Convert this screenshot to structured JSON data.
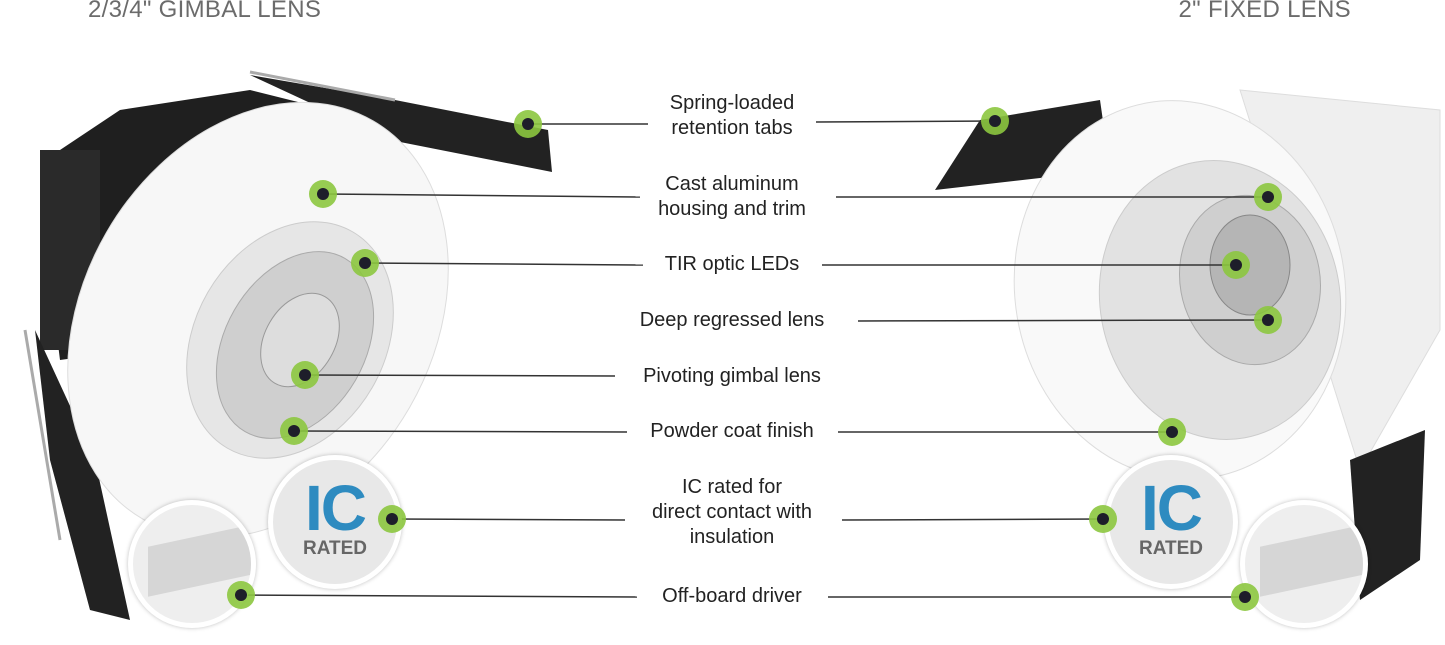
{
  "titles": {
    "left": "2/3/4\" GIMBAL LENS",
    "right": "2\" FIXED LENS"
  },
  "features": [
    {
      "line1": "Spring-loaded",
      "line2": "retention tabs"
    },
    {
      "line1": "Cast aluminum",
      "line2": "housing and trim"
    },
    {
      "line1": "TIR optic LEDs"
    },
    {
      "line1": "Deep regressed lens"
    },
    {
      "line1": "Pivoting gimbal lens"
    },
    {
      "line1": "Powder coat finish"
    },
    {
      "line1": "IC rated for",
      "line2": "direct contact with",
      "line3": "insulation"
    },
    {
      "line1": "Off-board driver"
    }
  ],
  "badge": {
    "big": "IC",
    "small": "RATED"
  },
  "colors": {
    "dot_ring": "#8cc63f",
    "dot_center": "#1e1e2a",
    "ic_blue": "#2e8bc0"
  }
}
